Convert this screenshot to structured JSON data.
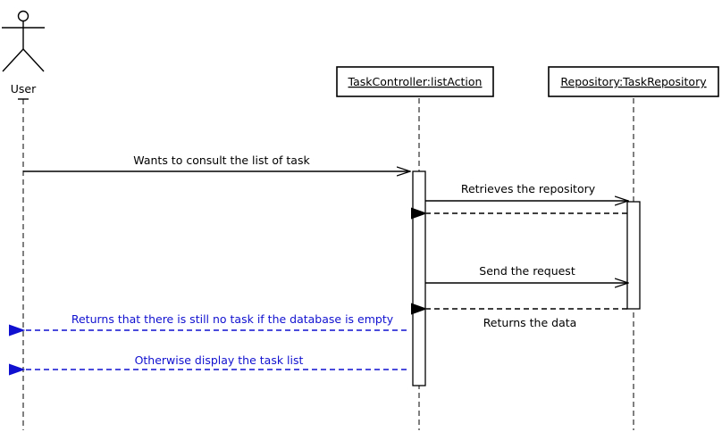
{
  "actor": {
    "name": "User"
  },
  "participants": [
    {
      "name": "TaskController:listAction"
    },
    {
      "name": "Repository:TaskRepository"
    }
  ],
  "messages": [
    {
      "label": "Wants to consult the list of task"
    },
    {
      "label": "Retrieves the repository"
    },
    {
      "label": ""
    },
    {
      "label": "Send the request"
    },
    {
      "label": "Returns the data"
    },
    {
      "label": "Returns that there is still no task if the database is empty"
    },
    {
      "label": "Otherwise display the task list"
    }
  ],
  "colors": {
    "line": "#000000",
    "return_highlight": "#1010d0"
  }
}
